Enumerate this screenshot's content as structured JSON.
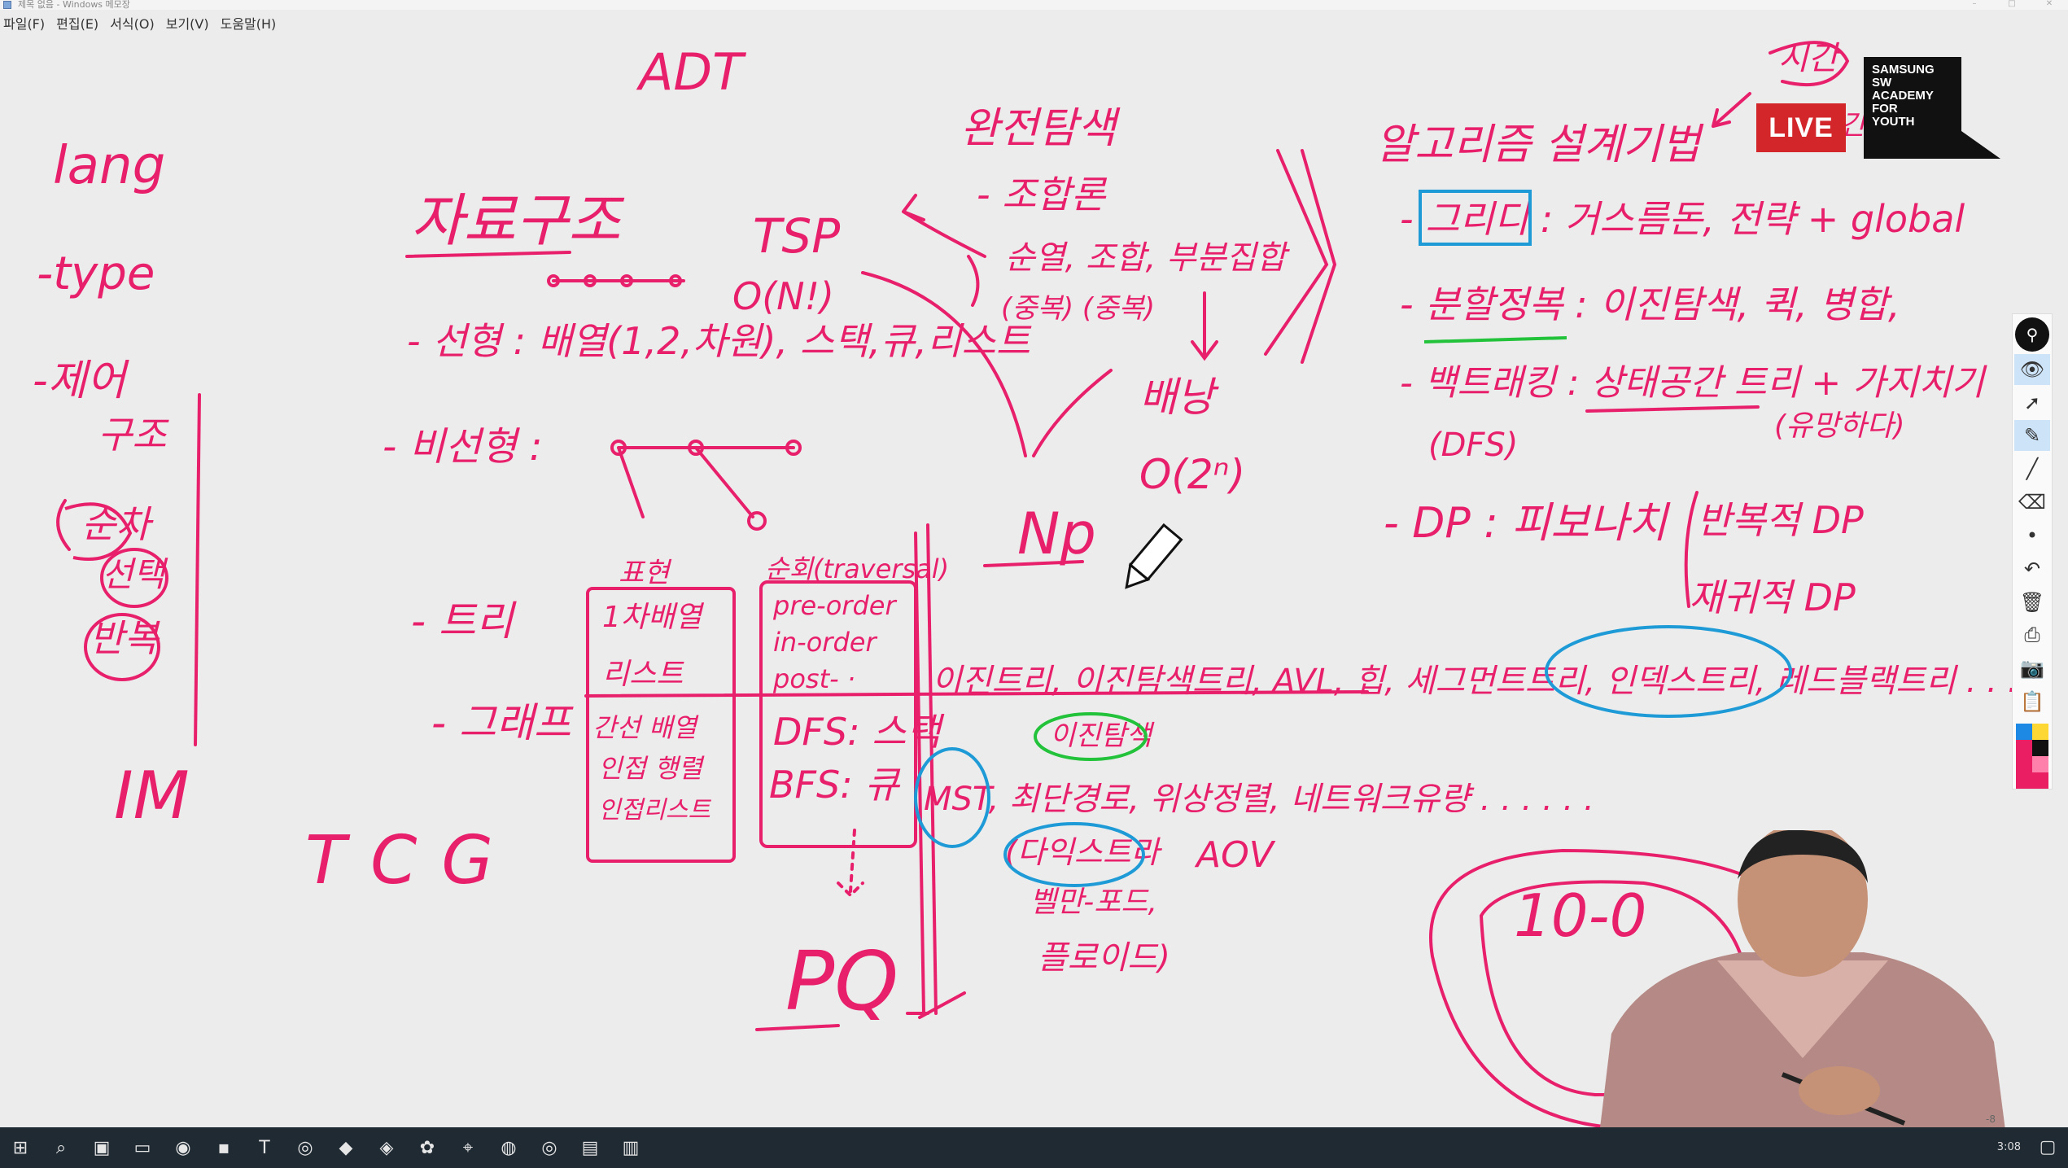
{
  "window": {
    "title": "제목 없음 - Windows 메모장"
  },
  "menu": [
    "파일(F)",
    "편집(E)",
    "서식(O)",
    "보기(V)",
    "도움말(H)"
  ],
  "badges": {
    "samsung_lines": [
      "SAMSUNG",
      "SW",
      "ACADEMY",
      "FOR",
      "YOUTH"
    ],
    "live": "LIVE"
  },
  "notes": {
    "left": [
      "lang",
      "-type",
      "-제어",
      "구조",
      "순차",
      "선택",
      "반복",
      "IM"
    ],
    "top": [
      "ADT",
      "TCG"
    ],
    "data_structures": {
      "title": "자료구조",
      "linear": "- 선형 : 배열(1,2,차원), 스택,큐,리스트",
      "nonlinear": "- 비선형 :",
      "tree": "- 트리",
      "graph": "- 그래프",
      "repr_header": "표현",
      "repr_tree": [
        "1차배열",
        "리스트"
      ],
      "repr_graph": [
        "간선 배열",
        "인접 행렬",
        "인접리스트"
      ],
      "traversal_header": "순회(traversal)",
      "traversal_tree": [
        "pre-order",
        "in-order",
        "post- ·"
      ],
      "traversal_graph": [
        "DFS: 스택",
        "BFS: 큐"
      ],
      "pq": "PQ"
    },
    "brute_force": {
      "title": "완전탐색",
      "subtitle": "- 조합론",
      "items": "순열, 조합, 부분집합",
      "repeat": "(중복) (중복)",
      "tsp": "TSP",
      "tsp_order": "O(N!)",
      "knapsack": "배낭",
      "knapsack_order": "O(2ⁿ)",
      "np": "Np"
    },
    "trees_line": "이진트리, 이진탐색트리, AVL, 힙, 세그먼트트리, 인덱스트리, 레드블랙트리 . . .",
    "tree_circled": "이진탐색",
    "graph_line": "MST, 최단경로, 위상정렬, 네트워크유량 . . . . . .",
    "graph_extra": [
      "(다익스트라",
      "AOV",
      "벨만-포드,",
      "플로이드)"
    ],
    "algorithm_design": {
      "title": "알고리즘 설계기법",
      "time": "시간",
      "space": "공간",
      "greedy": "- 그리디 : 거스름돈, 전략 + global",
      "divide": "- 분할정복 : 이진탐색, 퀵, 병합,",
      "backtracking": "- 백트래킹 : 상태공간 트리 + 가지치기",
      "backtracking_sub": "(DFS)",
      "backtracking_note": "(유망하다)",
      "dp": "- DP : 피보나치",
      "dp_iter": "반복적 DP",
      "dp_rec": "재귀적 DP"
    },
    "diagram": "10-0"
  },
  "toolbar": {
    "tools": [
      "logo-icon",
      "eye-icon",
      "pointer-icon",
      "highlighter-icon",
      "pen-icon",
      "eraser-icon",
      "dot-icon",
      "undo-icon",
      "trash-icon",
      "print-icon",
      "camera-icon",
      "clipboard-icon"
    ],
    "palette": [
      "#1e88e5",
      "#fdd835",
      "#e91e63",
      "#111111",
      "#e91e63",
      "#ff80ab",
      "#e91e63",
      "#e91e63"
    ]
  },
  "taskbar": {
    "icons": [
      "windows-start-icon",
      "search-icon",
      "task-view-icon",
      "app-icon-1",
      "app-icon-2",
      "pycharm-icon",
      "typora-icon",
      "chrome-icon",
      "vscode-icon",
      "git-icon",
      "app-icon-3",
      "maps-icon",
      "app-icon-4",
      "chrome-icon-2",
      "file-explorer-icon",
      "notepad-icon"
    ],
    "time": "3:08",
    "corner": "-8"
  },
  "colors": {
    "ink_pink": "#e8206b",
    "ink_blue": "#1e9bd7",
    "ink_green": "#22c33a",
    "board_bg": "#ececec"
  }
}
